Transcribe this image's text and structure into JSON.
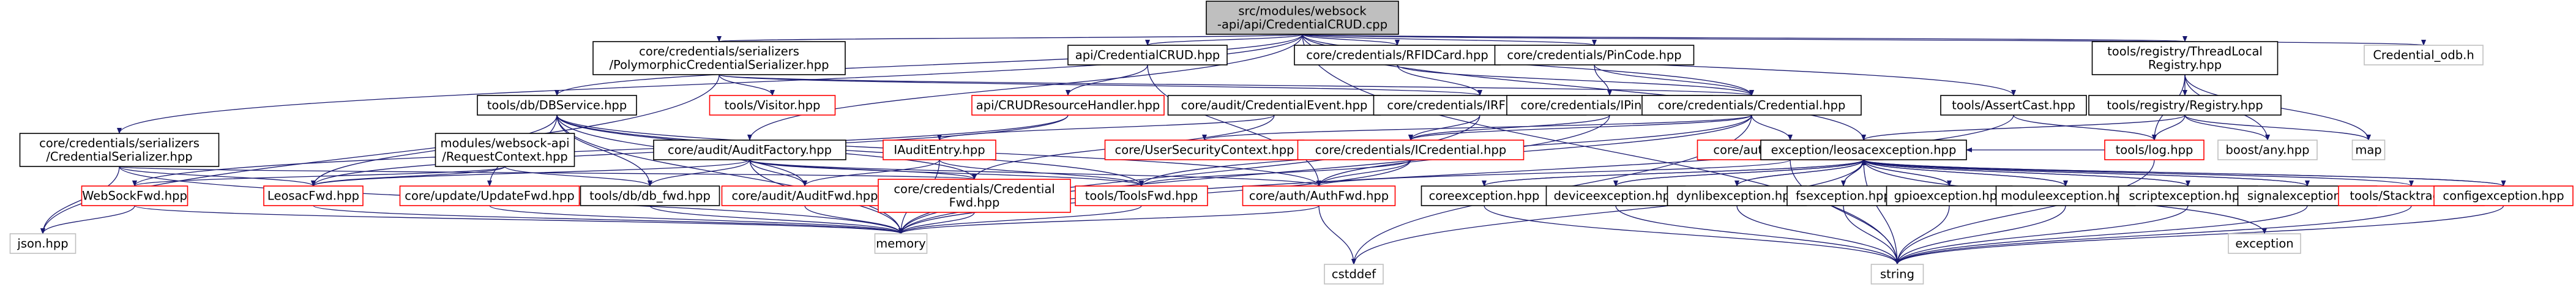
{
  "colors": {
    "background": "#ffffff",
    "edge": "#191970",
    "focus_fill": "#bfbfbf",
    "focus_border": "#000000",
    "default_fill": "#ffffff",
    "default_border": "#000000",
    "unresolved_border": "#ff0000",
    "external_border": "#bfbfbf",
    "text": "#000000"
  },
  "nodes": [
    {
      "id": "root",
      "label": [
        "src/modules/websock",
        "-api/api/CredentialCRUD.cpp"
      ],
      "kind": "focus"
    },
    {
      "id": "polymorphic",
      "label": [
        "core/credentials/serializers",
        "/PolymorphicCredentialSerializer.hpp"
      ],
      "kind": "default"
    },
    {
      "id": "apicred",
      "label": [
        "api/CredentialCRUD.hpp"
      ],
      "kind": "default"
    },
    {
      "id": "rfidhpp",
      "label": [
        "core/credentials/RFIDCard.hpp"
      ],
      "kind": "default"
    },
    {
      "id": "pincard",
      "label": [
        "core/credentials/PinCode.hpp"
      ],
      "kind": "default"
    },
    {
      "id": "threadlocal",
      "label": [
        "tools/registry/ThreadLocal",
        "Registry.hpp"
      ],
      "kind": "default"
    },
    {
      "id": "credodb",
      "label": [
        "Credential_odb.h"
      ],
      "kind": "external"
    },
    {
      "id": "visitor",
      "label": [
        "tools/Visitor.hpp"
      ],
      "kind": "unresolved"
    },
    {
      "id": "dbservice",
      "label": [
        "tools/db/DBService.hpp"
      ],
      "kind": "default"
    },
    {
      "id": "crudhandler",
      "label": [
        "api/CRUDResourceHandler.hpp"
      ],
      "kind": "unresolved"
    },
    {
      "id": "auditcredevent",
      "label": [
        "core/audit/CredentialEvent.hpp"
      ],
      "kind": "default"
    },
    {
      "id": "irfidcard",
      "label": [
        "core/credentials/IRFIDCard.hpp"
      ],
      "kind": "default"
    },
    {
      "id": "ipincode",
      "label": [
        "core/credentials/IPinCode.hpp"
      ],
      "kind": "default"
    },
    {
      "id": "credentialhpp",
      "label": [
        "core/credentials/Credential.hpp"
      ],
      "kind": "default"
    },
    {
      "id": "assertcast",
      "label": [
        "tools/AssertCast.hpp"
      ],
      "kind": "default"
    },
    {
      "id": "registry",
      "label": [
        "tools/registry/Registry.hpp"
      ],
      "kind": "default"
    },
    {
      "id": "credserializer",
      "label": [
        "core/credentials/serializers",
        "/CredentialSerializer.hpp"
      ],
      "kind": "default"
    },
    {
      "id": "wsrequest",
      "label": [
        "modules/websock-api",
        "/RequestContext.hpp"
      ],
      "kind": "default"
    },
    {
      "id": "auditfactory",
      "label": [
        "core/audit/AuditFactory.hpp"
      ],
      "kind": "default"
    },
    {
      "id": "iauditentry",
      "label": [
        "IAuditEntry.hpp"
      ],
      "kind": "unresolved"
    },
    {
      "id": "usersec",
      "label": [
        "core/UserSecurityContext.hpp"
      ],
      "kind": "unresolved"
    },
    {
      "id": "icredential",
      "label": [
        "core/credentials/ICredential.hpp"
      ],
      "kind": "unresolved"
    },
    {
      "id": "validityinfo",
      "label": [
        "core/auth/ValidityInfo.hpp"
      ],
      "kind": "unresolved"
    },
    {
      "id": "loghpp",
      "label": [
        "tools/log.hpp"
      ],
      "kind": "unresolved"
    },
    {
      "id": "boostany",
      "label": [
        "boost/any.hpp"
      ],
      "kind": "external"
    },
    {
      "id": "map",
      "label": [
        "map"
      ],
      "kind": "external"
    },
    {
      "id": "leosacexc",
      "label": [
        "exception/leosacexception.hpp"
      ],
      "kind": "default"
    },
    {
      "id": "websockfwd",
      "label": [
        "WebSockFwd.hpp"
      ],
      "kind": "unresolved"
    },
    {
      "id": "leosacfwd",
      "label": [
        "LeosacFwd.hpp"
      ],
      "kind": "unresolved"
    },
    {
      "id": "updatefwd",
      "label": [
        "core/update/UpdateFwd.hpp"
      ],
      "kind": "unresolved"
    },
    {
      "id": "dbfwd",
      "label": [
        "tools/db/db_fwd.hpp"
      ],
      "kind": "default"
    },
    {
      "id": "auditfwd",
      "label": [
        "core/audit/AuditFwd.hpp"
      ],
      "kind": "unresolved"
    },
    {
      "id": "credfwd",
      "label": [
        "core/credentials/Credential",
        "Fwd.hpp"
      ],
      "kind": "unresolved"
    },
    {
      "id": "toolsfwd",
      "label": [
        "tools/ToolsFwd.hpp"
      ],
      "kind": "unresolved"
    },
    {
      "id": "authfwd",
      "label": [
        "core/auth/AuthFwd.hpp"
      ],
      "kind": "unresolved"
    },
    {
      "id": "coreexc",
      "label": [
        "coreexception.hpp"
      ],
      "kind": "default"
    },
    {
      "id": "deviceexc",
      "label": [
        "deviceexception.hpp"
      ],
      "kind": "default"
    },
    {
      "id": "dynlibexc",
      "label": [
        "dynlibexception.hpp"
      ],
      "kind": "default"
    },
    {
      "id": "fsexc",
      "label": [
        "fsexception.hpp"
      ],
      "kind": "default"
    },
    {
      "id": "gpioexc",
      "label": [
        "gpioexception.hpp"
      ],
      "kind": "default"
    },
    {
      "id": "moduleexc",
      "label": [
        "moduleexception.hpp"
      ],
      "kind": "default"
    },
    {
      "id": "scriptexc",
      "label": [
        "scriptexception.hpp"
      ],
      "kind": "default"
    },
    {
      "id": "signalexc",
      "label": [
        "signalexception.hpp"
      ],
      "kind": "default"
    },
    {
      "id": "stacktrace",
      "label": [
        "tools/Stacktrace.hpp"
      ],
      "kind": "unresolved"
    },
    {
      "id": "exception",
      "label": [
        "exception"
      ],
      "kind": "external"
    },
    {
      "id": "configexc",
      "label": [
        "configexception.hpp"
      ],
      "kind": "unresolved"
    },
    {
      "id": "jsonhpp",
      "label": [
        "json.hpp"
      ],
      "kind": "external"
    },
    {
      "id": "memory",
      "label": [
        "memory"
      ],
      "kind": "external"
    },
    {
      "id": "cstddef",
      "label": [
        "cstddef"
      ],
      "kind": "external"
    },
    {
      "id": "string",
      "label": [
        "string"
      ],
      "kind": "external"
    }
  ],
  "edges": [
    [
      "root",
      "polymorphic"
    ],
    [
      "root",
      "apicred"
    ],
    [
      "root",
      "rfidhpp"
    ],
    [
      "root",
      "pincard"
    ],
    [
      "root",
      "threadlocal"
    ],
    [
      "root",
      "credodb"
    ],
    [
      "root",
      "dbservice"
    ],
    [
      "root",
      "credentialhpp"
    ],
    [
      "root",
      "assertcast"
    ],
    [
      "root",
      "credserializer"
    ],
    [
      "root",
      "auditfactory"
    ],
    [
      "root",
      "leosacexc"
    ],
    [
      "root",
      "string"
    ],
    [
      "polymorphic",
      "visitor"
    ],
    [
      "polymorphic",
      "irfidcard"
    ],
    [
      "polymorphic",
      "jsonhpp"
    ],
    [
      "polymorphic",
      "credentialhpp"
    ],
    [
      "apicred",
      "crudhandler"
    ],
    [
      "apicred",
      "authfwd"
    ],
    [
      "rfidhpp",
      "irfidcard"
    ],
    [
      "rfidhpp",
      "credentialhpp"
    ],
    [
      "pincard",
      "ipincode"
    ],
    [
      "pincard",
      "credentialhpp"
    ],
    [
      "threadlocal",
      "registry"
    ],
    [
      "threadlocal",
      "loghpp"
    ],
    [
      "threadlocal",
      "map"
    ],
    [
      "threadlocal",
      "boostany"
    ],
    [
      "dbservice",
      "leosacfwd"
    ],
    [
      "dbservice",
      "dbfwd"
    ],
    [
      "dbservice",
      "authfwd"
    ],
    [
      "dbservice",
      "auditfwd"
    ],
    [
      "dbservice",
      "credfwd"
    ],
    [
      "dbservice",
      "toolsfwd"
    ],
    [
      "dbservice",
      "memory"
    ],
    [
      "dbservice",
      "updatefwd"
    ],
    [
      "crudhandler",
      "leosacfwd"
    ],
    [
      "crudhandler",
      "websockfwd"
    ],
    [
      "auditcredevent",
      "iauditentry"
    ],
    [
      "auditcredevent",
      "credfwd"
    ],
    [
      "irfidcard",
      "icredential"
    ],
    [
      "irfidcard",
      "memory"
    ],
    [
      "ipincode",
      "icredential"
    ],
    [
      "ipincode",
      "memory"
    ],
    [
      "credentialhpp",
      "icredential"
    ],
    [
      "credentialhpp",
      "validityinfo"
    ],
    [
      "credentialhpp",
      "usersec"
    ],
    [
      "credentialhpp",
      "authfwd"
    ],
    [
      "credentialhpp",
      "toolsfwd"
    ],
    [
      "credentialhpp",
      "cstddef"
    ],
    [
      "assertcast",
      "loghpp"
    ],
    [
      "assertcast",
      "memory"
    ],
    [
      "registry",
      "loghpp"
    ],
    [
      "registry",
      "boostany"
    ],
    [
      "registry",
      "map"
    ],
    [
      "registry",
      "leosacexc"
    ],
    [
      "credserializer",
      "jsonhpp"
    ],
    [
      "credserializer",
      "leosacfwd"
    ],
    [
      "credserializer",
      "credfwd"
    ],
    [
      "credserializer",
      "memory"
    ],
    [
      "wsrequest",
      "websockfwd"
    ],
    [
      "wsrequest",
      "leosacfwd"
    ],
    [
      "wsrequest",
      "dbfwd"
    ],
    [
      "auditfactory",
      "dbfwd"
    ],
    [
      "auditfactory",
      "auditfwd"
    ],
    [
      "auditfactory",
      "credfwd"
    ],
    [
      "auditfactory",
      "authfwd"
    ],
    [
      "auditfactory",
      "toolsfwd"
    ],
    [
      "auditfactory",
      "leosacfwd"
    ],
    [
      "auditfactory",
      "memory"
    ],
    [
      "iauditentry",
      "auditfwd"
    ],
    [
      "iauditentry",
      "memory"
    ],
    [
      "iauditentry",
      "toolsfwd"
    ],
    [
      "icredential",
      "authfwd"
    ],
    [
      "icredential",
      "toolsfwd"
    ],
    [
      "icredential",
      "memory"
    ],
    [
      "validityinfo",
      "authfwd"
    ],
    [
      "validityinfo",
      "string"
    ],
    [
      "loghpp",
      "leosacexc"
    ],
    [
      "loghpp",
      "string"
    ],
    [
      "leosacexc",
      "coreexc"
    ],
    [
      "leosacexc",
      "deviceexc"
    ],
    [
      "leosacexc",
      "dynlibexc"
    ],
    [
      "leosacexc",
      "fsexc"
    ],
    [
      "leosacexc",
      "gpioexc"
    ],
    [
      "leosacexc",
      "moduleexc"
    ],
    [
      "leosacexc",
      "scriptexc"
    ],
    [
      "leosacexc",
      "signalexc"
    ],
    [
      "leosacexc",
      "stacktrace"
    ],
    [
      "leosacexc",
      "exception"
    ],
    [
      "leosacexc",
      "configexc"
    ],
    [
      "leosacexc",
      "string"
    ],
    [
      "leosacexc",
      "cstddef"
    ],
    [
      "coreexc",
      "leosacexc"
    ],
    [
      "coreexc",
      "string"
    ],
    [
      "deviceexc",
      "leosacexc"
    ],
    [
      "deviceexc",
      "string"
    ],
    [
      "dynlibexc",
      "leosacexc"
    ],
    [
      "dynlibexc",
      "string"
    ],
    [
      "fsexc",
      "leosacexc"
    ],
    [
      "fsexc",
      "string"
    ],
    [
      "gpioexc",
      "leosacexc"
    ],
    [
      "gpioexc",
      "string"
    ],
    [
      "moduleexc",
      "leosacexc"
    ],
    [
      "moduleexc",
      "string"
    ],
    [
      "scriptexc",
      "leosacexc"
    ],
    [
      "scriptexc",
      "string"
    ],
    [
      "signalexc",
      "leosacexc"
    ],
    [
      "signalexc",
      "string"
    ],
    [
      "stacktrace",
      "string"
    ],
    [
      "configexc",
      "leosacexc"
    ],
    [
      "configexc",
      "string"
    ],
    [
      "websockfwd",
      "jsonhpp"
    ],
    [
      "websockfwd",
      "memory"
    ],
    [
      "leosacfwd",
      "memory"
    ],
    [
      "updatefwd",
      "memory"
    ],
    [
      "dbfwd",
      "memory"
    ],
    [
      "auditfwd",
      "memory"
    ],
    [
      "credfwd",
      "memory"
    ],
    [
      "toolsfwd",
      "memory"
    ],
    [
      "authfwd",
      "memory"
    ],
    [
      "authfwd",
      "cstddef"
    ]
  ]
}
